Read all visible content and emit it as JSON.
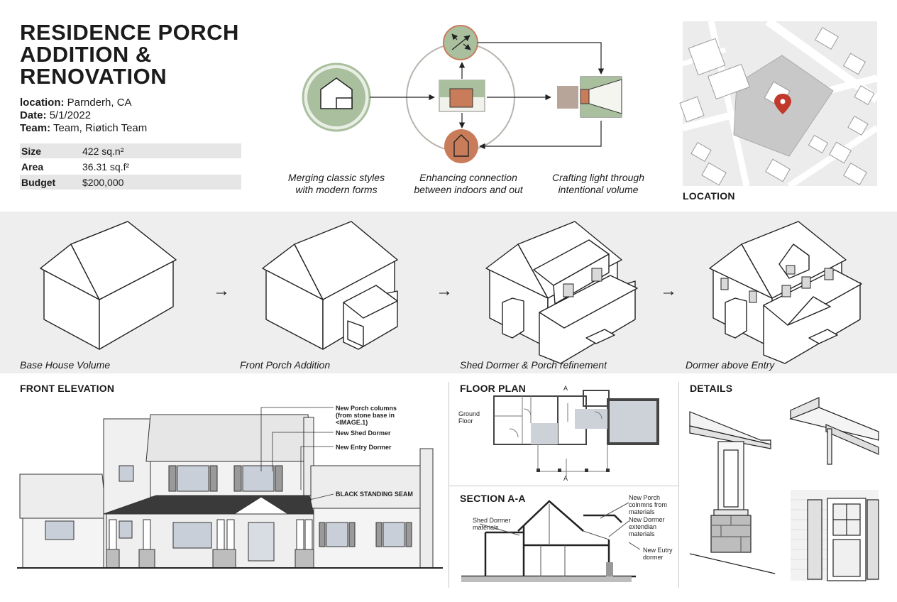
{
  "project": {
    "title_lines": [
      "RESIDENCE PORCH",
      "ADDITION &",
      "RENOVATION"
    ],
    "location_label": "location:",
    "location_value": "Parnderh, CA",
    "date_label": "Date:",
    "date_value": "5/1/2022",
    "team_label": "Team:",
    "team_value": "Team, Riøtich Team",
    "specs": [
      {
        "label": "Size",
        "value": "422 sq.n²"
      },
      {
        "label": "Area",
        "value": "36.31 sq.f²"
      },
      {
        "label": "Budget",
        "value": "$200,000"
      }
    ]
  },
  "concept": {
    "captions": [
      {
        "line1": "Merging classic styles",
        "line2": "with modern forms"
      },
      {
        "line1": "Enhancing connection",
        "line2": "between indoors and out"
      },
      {
        "line1": "Crafting light through",
        "line2": "intentional volume"
      }
    ],
    "colors": {
      "green": "#a9bf9e",
      "terracotta": "#c97c5a",
      "taupe": "#b8a59a"
    }
  },
  "location": {
    "label": "LOCATION",
    "marker_color": "#c0392b"
  },
  "stages": [
    {
      "caption": "Base House Volume"
    },
    {
      "caption": "Front Porch Addition"
    },
    {
      "caption": "Shed Dormer & Porch refinement"
    },
    {
      "caption": "Dormer above Entry"
    }
  ],
  "arrows": [
    "→",
    "→",
    "→"
  ],
  "elevation": {
    "title": "FRONT ELEVATION",
    "notes": [
      "New Porch columns",
      "(from stone base in",
      "<IMAGE.1)",
      "New Shed Dormer",
      "New Entry Dormer",
      "BLACK STANDING SEAM"
    ]
  },
  "floor_plan": {
    "title": "FLOOR PLAN",
    "floor_label_1": "Ground",
    "floor_label_2": "Floor",
    "cut_a_top": "A",
    "cut_a_bottom": "A"
  },
  "section": {
    "title": "SECTION A-A",
    "notes_left": [
      "Shed Dormer",
      "materials"
    ],
    "notes_right_1": [
      "New Porch",
      "colnmns from",
      "materials"
    ],
    "notes_right_2": [
      "New Dormer",
      "extendian",
      "materials"
    ],
    "notes_right_3": [
      "New Eutry",
      "dormer"
    ]
  },
  "details": {
    "title": "DETAILS"
  }
}
